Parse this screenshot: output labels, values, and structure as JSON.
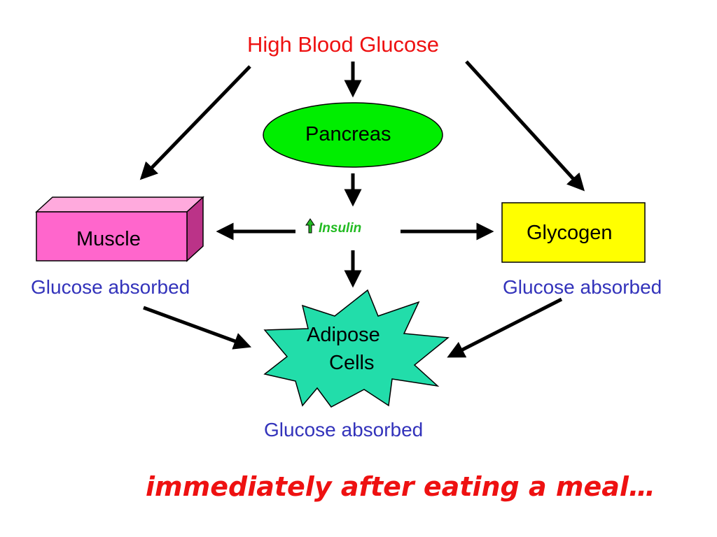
{
  "top": {
    "label": "High Blood Glucose"
  },
  "pancreas": {
    "label": "Pancreas"
  },
  "insulin": {
    "label": "Insulin",
    "indicator": "up-arrow-icon"
  },
  "muscle": {
    "label": "Muscle",
    "caption": "Glucose absorbed"
  },
  "glycogen": {
    "label": "Glycogen",
    "caption": "Glucose absorbed"
  },
  "adipose": {
    "label_line1": "Adipose",
    "label_line2": "Cells",
    "caption": "Glucose absorbed"
  },
  "footer": {
    "text": "immediately after eating a meal…"
  },
  "colors": {
    "title_red": "#ee1111",
    "label_blue": "#3333bb",
    "pancreas_fill": "#00ee00",
    "muscle_fill": "#ff66cc",
    "glycogen_fill": "#ffff00",
    "adipose_fill": "#22ddaa",
    "insulin_green": "#22bb22"
  }
}
